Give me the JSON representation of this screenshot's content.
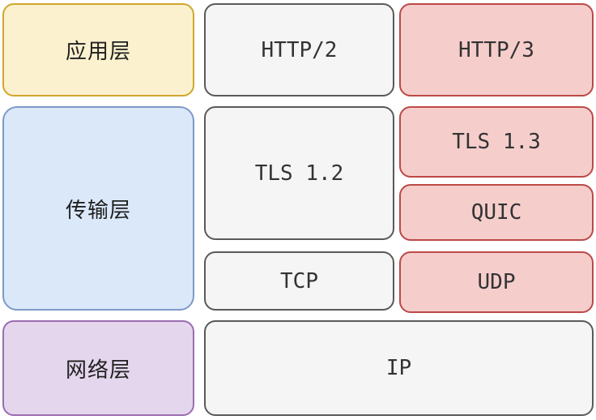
{
  "diagram": {
    "description": "Protocol layer stack comparison of HTTP/2 and HTTP/3",
    "nodes": {
      "application_layer": "应用层",
      "transport_layer": "传输层",
      "network_layer": "网络层",
      "http2": "HTTP/2",
      "tls12": "TLS 1.2",
      "tcp": "TCP",
      "http3": "HTTP/3",
      "tls13": "TLS 1.3",
      "quic": "QUIC",
      "udp": "UDP",
      "ip": "IP"
    },
    "colors": {
      "application": {
        "bg": "#FBF1CF",
        "border": "#D0A72E"
      },
      "transport": {
        "bg": "#DBE8FA",
        "border": "#7D9AC6"
      },
      "network": {
        "bg": "#E4D6EC",
        "border": "#9B6DB1"
      },
      "neutral": {
        "bg": "#F5F5F5",
        "border": "#5A5A5A"
      },
      "highlight": {
        "bg": "#F5CECC",
        "border": "#BC4946"
      },
      "text": "#2B2B2B",
      "background": "#FFFFFF"
    }
  }
}
